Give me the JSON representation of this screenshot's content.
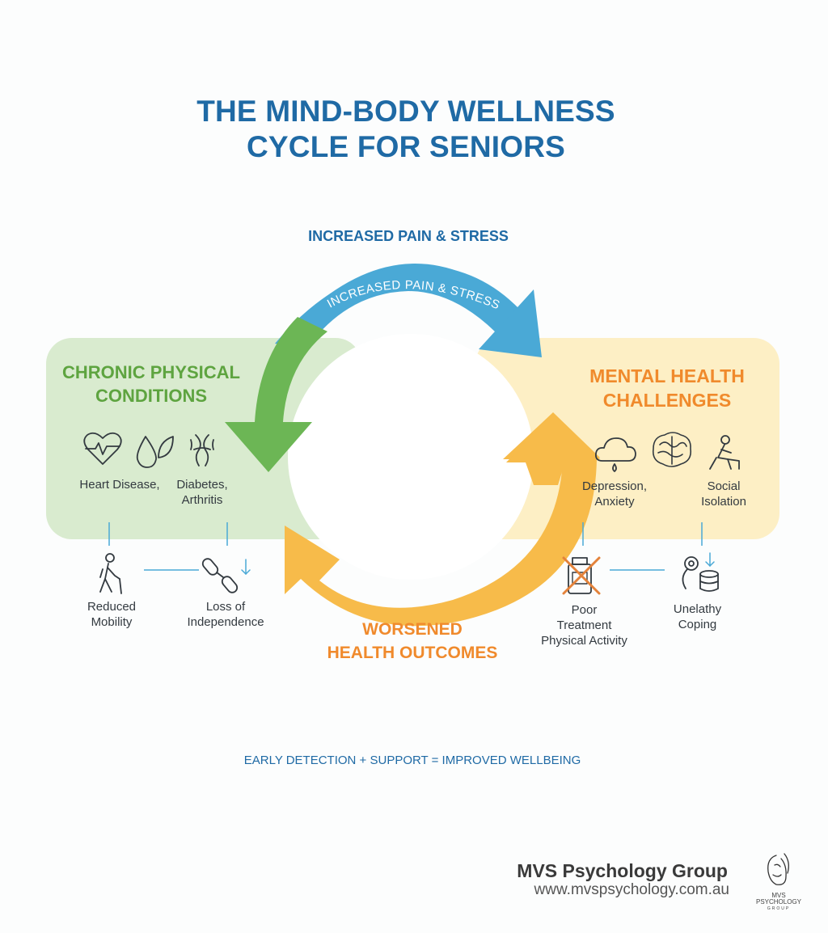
{
  "title": {
    "line1": "THE MIND-BODY WELLNESS",
    "line2": "CYCLE FOR SENIORS"
  },
  "top_label": "INCREASED PAIN & STRESS",
  "arc_label": "INCREASED PAIN & STRESS",
  "left_panel": {
    "heading_line1": "CHRONIC PHYSICAL",
    "heading_line2": "CONDITIONS",
    "item1": "Heart Disease,",
    "item2_line1": "Diabetes,",
    "item2_line2": "Arthritis",
    "icons": [
      "heart-pulse-icon",
      "drops-leaf-icon",
      "joint-icon"
    ]
  },
  "right_panel": {
    "heading_line1": "MENTAL HEALTH",
    "heading_line2": "CHALLENGES",
    "item1_line1": "Depression,",
    "item1_line2": "Anxiety",
    "item2_line1": "Social",
    "item2_line2": "Isolation",
    "icons": [
      "rain-cloud-icon",
      "brain-icon",
      "sitting-person-icon"
    ]
  },
  "left_outcomes": {
    "reduced_line1": "Reduced",
    "reduced_line2": "Mobility",
    "loss_line1": "Loss of",
    "loss_line2": "Independence",
    "icons": [
      "walking-cane-icon",
      "broken-chain-icon"
    ]
  },
  "right_outcomes": {
    "poor_line1": "Poor",
    "poor_line2": "Treatment",
    "poor_line3": "Physical Activity",
    "coping_line1": "Unelathy",
    "coping_line2": "Coping",
    "icons": [
      "crossed-pill-bottle-icon",
      "coping-icon"
    ]
  },
  "bottom_label": {
    "line1": "WORSENED",
    "line2": "HEALTH OUTCOMES"
  },
  "tagline": "EARLY DETECTION + SUPPORT = IMPROVED WELLBEING",
  "brand": {
    "name": "MVS Psychology Group",
    "url": "www.mvspsychology.com.au",
    "logo_line1": "MVS",
    "logo_line2": "PSYCHOLOGY",
    "logo_line3": "GROUP"
  },
  "colors": {
    "blue": "#1f6aa5",
    "arrow_blue": "#4aa9d6",
    "green": "#5ea440",
    "orange": "#f08a2c",
    "yellow_arrow": "#f7bb4a",
    "green_panel": "#d9ebcf",
    "yellow_panel": "#fdefc5"
  }
}
